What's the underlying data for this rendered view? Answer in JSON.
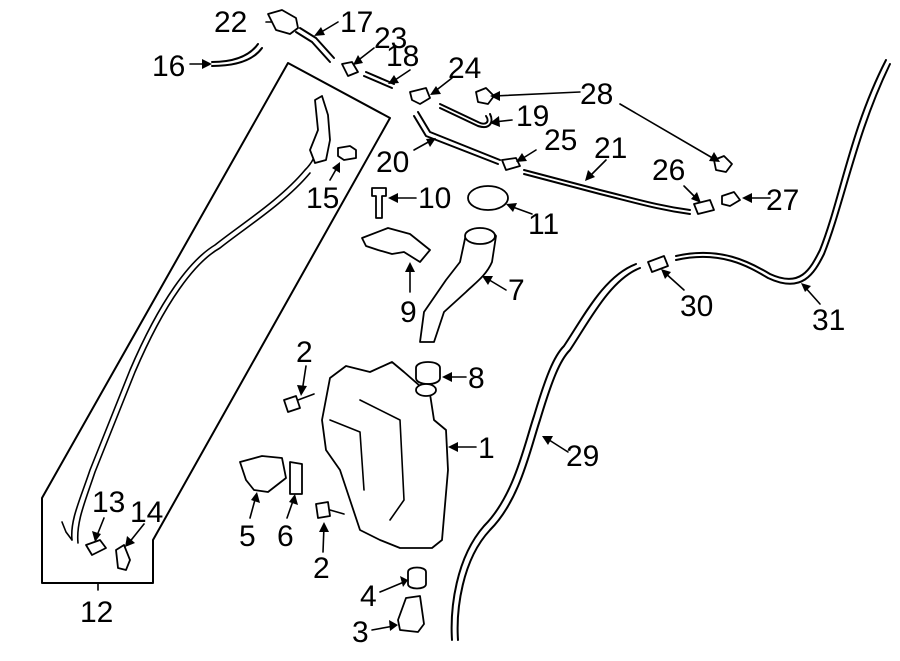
{
  "diagram": {
    "callouts": {
      "c1": "1",
      "c2a": "2",
      "c2b": "2",
      "c3": "3",
      "c4": "4",
      "c5": "5",
      "c6": "6",
      "c7": "7",
      "c8": "8",
      "c9": "9",
      "c10": "10",
      "c11": "11",
      "c12": "12",
      "c13": "13",
      "c14": "14",
      "c15": "15",
      "c16": "16",
      "c17": "17",
      "c18": "18",
      "c19": "19",
      "c20": "20",
      "c21": "21",
      "c22": "22",
      "c23": "23",
      "c24": "24",
      "c25": "25",
      "c26": "26",
      "c27": "27",
      "c28": "28",
      "c29": "29",
      "c30": "30",
      "c31": "31"
    }
  }
}
